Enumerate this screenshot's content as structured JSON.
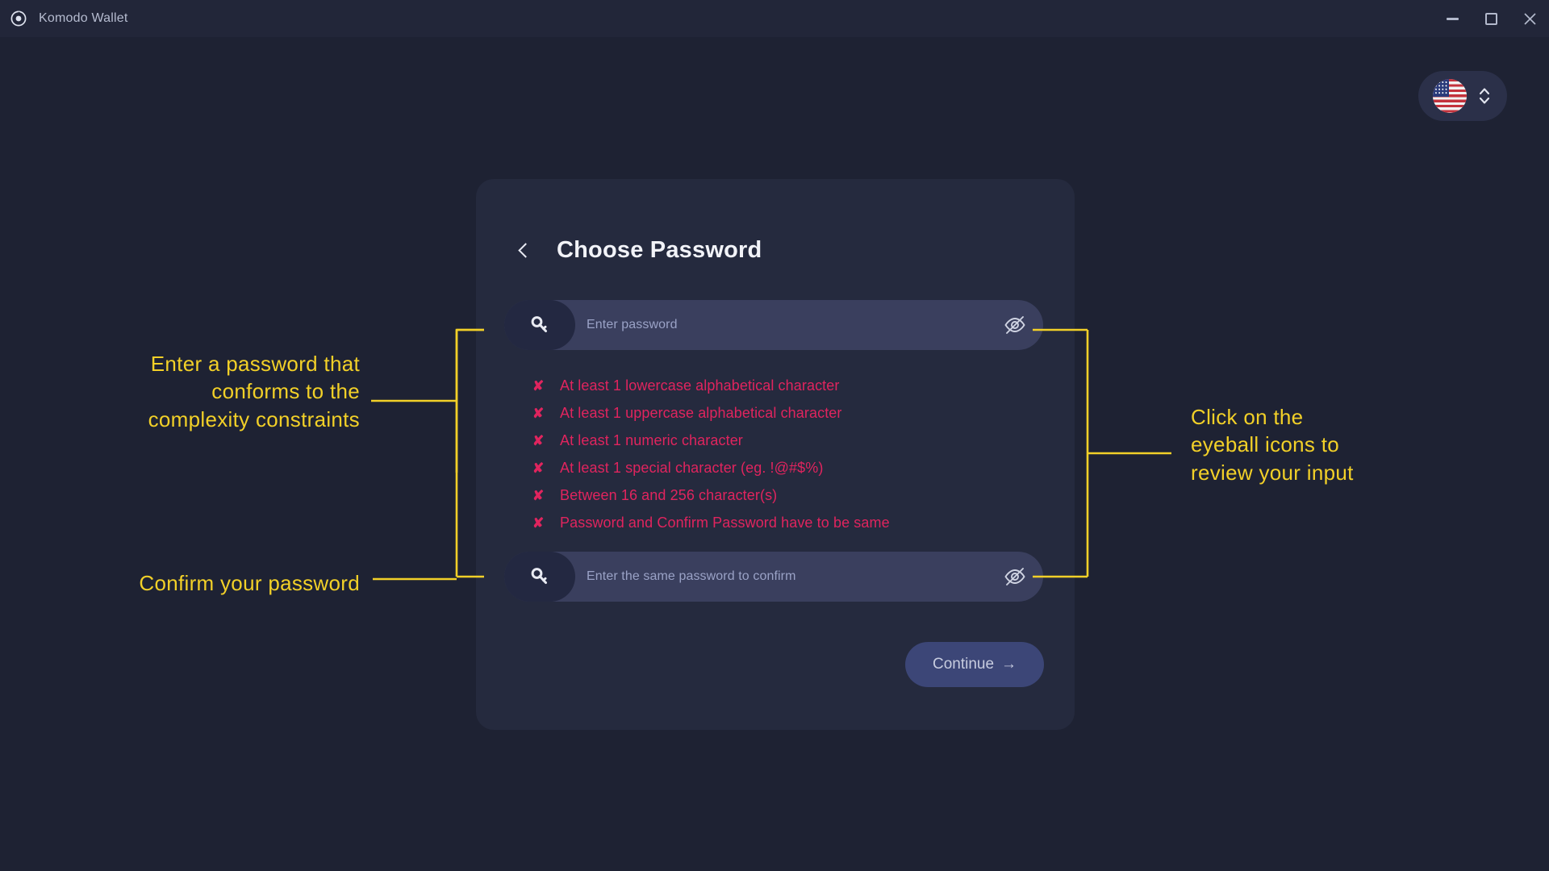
{
  "window": {
    "app_title": "Komodo Wallet",
    "app_icon": "komodo-logo-icon",
    "controls": {
      "minimize": "minimize-icon",
      "maximize": "maximize-icon",
      "close": "✕"
    }
  },
  "language_selector": {
    "flag": "us-flag-icon",
    "chevron": "up-down-chevron-icon"
  },
  "card": {
    "back_icon": "chevron-left-icon",
    "title": "Choose Password",
    "password_field": {
      "icon": "key-icon",
      "placeholder": "Enter password",
      "value": "",
      "visibility_icon": "eye-off-icon"
    },
    "confirm_field": {
      "icon": "key-icon",
      "placeholder": "Enter the same password to confirm",
      "value": "",
      "visibility_icon": "eye-off-icon"
    },
    "rules": [
      {
        "mark": "✘",
        "text": "At least 1 lowercase alphabetical character",
        "satisfied": false
      },
      {
        "mark": "✘",
        "text": "At least 1 uppercase alphabetical character",
        "satisfied": false
      },
      {
        "mark": "✘",
        "text": "At least 1 numeric character",
        "satisfied": false
      },
      {
        "mark": "✘",
        "text": "At least 1 special character (eg. !@#$%)",
        "satisfied": false
      },
      {
        "mark": "✘",
        "text": "Between 16 and 256 character(s)",
        "satisfied": false
      },
      {
        "mark": "✘",
        "text": "Password and Confirm Password have to be same",
        "satisfied": false
      }
    ],
    "continue_button": {
      "label": "Continue",
      "arrow": "→"
    }
  },
  "annotations": [
    {
      "text": "Enter a password that\nconforms to the\ncomplexity constraints"
    },
    {
      "text": "Confirm your password"
    },
    {
      "text": "Click on the\neyeball icons to\nreview your input"
    }
  ],
  "colors": {
    "page_background": "#1e2233",
    "titlebar": "#222639",
    "card": "#252a3e",
    "input": "#3a3f5e",
    "input_icon_box": "#232841",
    "error": "#e0245e",
    "annotation": "#f2d028",
    "button": "#3c4677"
  }
}
